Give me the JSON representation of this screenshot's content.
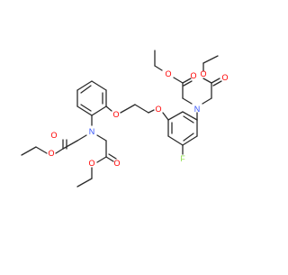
{
  "molecule": {
    "atom_labels": {
      "oxygen": "O",
      "nitrogen": "N",
      "fluorine": "F"
    },
    "colors": {
      "bond": "#2b2b2b",
      "oxygen": "#ff0000",
      "nitrogen": "#3050f8",
      "fluorine": "#90e050",
      "background": "#ffffff"
    }
  }
}
